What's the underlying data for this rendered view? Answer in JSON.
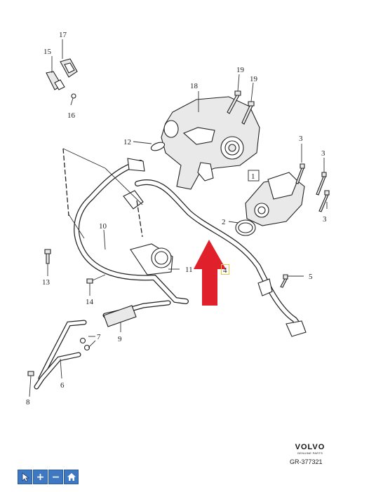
{
  "callouts": {
    "c17": "17",
    "c15": "15",
    "c16": "16",
    "c18": "18",
    "c19a": "19",
    "c19b": "19",
    "c12": "12",
    "c1": "1",
    "c3a": "3",
    "c3b": "3",
    "c3c": "3",
    "c2": "2",
    "c10": "10",
    "c11": "11",
    "c4": "4",
    "c5": "5",
    "c13": "13",
    "c14": "14",
    "c7": "7",
    "c9": "9",
    "c6": "6",
    "c8": "8"
  },
  "brand": {
    "name": "VOLVO",
    "sub": "GENUINE PARTS"
  },
  "reference": "GR-377321",
  "toolbar": [
    {
      "icon": "cursor-icon"
    },
    {
      "icon": "zoom-in-icon",
      "glyph": "+"
    },
    {
      "icon": "zoom-out-icon",
      "glyph": "−"
    },
    {
      "icon": "home-icon"
    }
  ],
  "colors": {
    "arrow": "#e0202a",
    "toolbar": "#3e78c3",
    "highlight_box": "#e8c840"
  }
}
